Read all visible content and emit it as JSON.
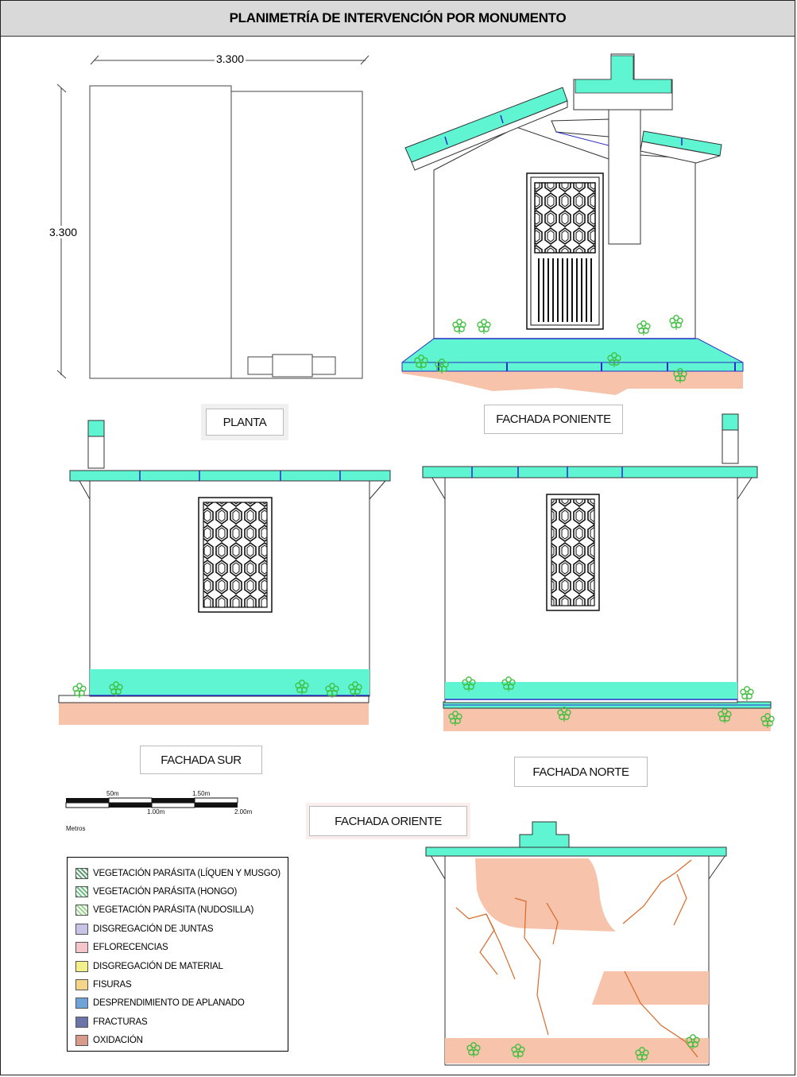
{
  "title": "PLANIMETRÍA DE INTERVENCIÓN POR MONUMENTO",
  "plan": {
    "width_dim": "3.300",
    "height_dim": "3.300"
  },
  "view_labels": {
    "planta": "PLANTA",
    "poniente": "FACHADA PONIENTE",
    "sur": "FACHADA SUR",
    "norte": "FACHADA NORTE",
    "oriente": "FACHADA ORIENTE"
  },
  "scale_bar": {
    "top_labels": [
      "50m",
      "1.50m"
    ],
    "bottom_labels": [
      "1.00m",
      "2.00m"
    ],
    "units": "Metros"
  },
  "colors": {
    "roof": "#5ff5d2",
    "oxidation": "#f7c3aa",
    "vegetation": "#3fbf3f",
    "joints": "#2c2cc8",
    "cracks": "#d86a2a"
  },
  "legend": [
    {
      "label": "VEGETACIÓN PARÁSITA (LÍQUEN Y MUSGO)",
      "color": "#5e9c74",
      "icon": "hatched-green-swatch"
    },
    {
      "label": "VEGETACIÓN PARÁSITA (HONGO)",
      "color": "#6fbf83",
      "icon": "hatched-green-swatch"
    },
    {
      "label": "VEGETACIÓN PARÁSITA (NUDOSILLA)",
      "color": "#9ad68f",
      "icon": "hatched-green-swatch"
    },
    {
      "label": "DISGREGACIÓN DE JUNTAS",
      "color": "#c6c3e6",
      "icon": "lavender-swatch"
    },
    {
      "label": "EFLORECENCIAS",
      "color": "#f5c5cc",
      "icon": "pink-swatch"
    },
    {
      "label": "DISGREGACIÓN DE MATERIAL",
      "color": "#f3f08c",
      "icon": "yellow-swatch"
    },
    {
      "label": "FISURAS",
      "color": "#f6d48a",
      "icon": "orange-swatch"
    },
    {
      "label": "DESPRENDIMIENTO DE APLANADO",
      "color": "#6fa3d8",
      "icon": "blue-swatch"
    },
    {
      "label": "FRACTURAS",
      "color": "#6b75a8",
      "icon": "slate-swatch"
    },
    {
      "label": "OXIDACIÓN",
      "color": "#d89a8a",
      "icon": "salmon-swatch"
    }
  ]
}
